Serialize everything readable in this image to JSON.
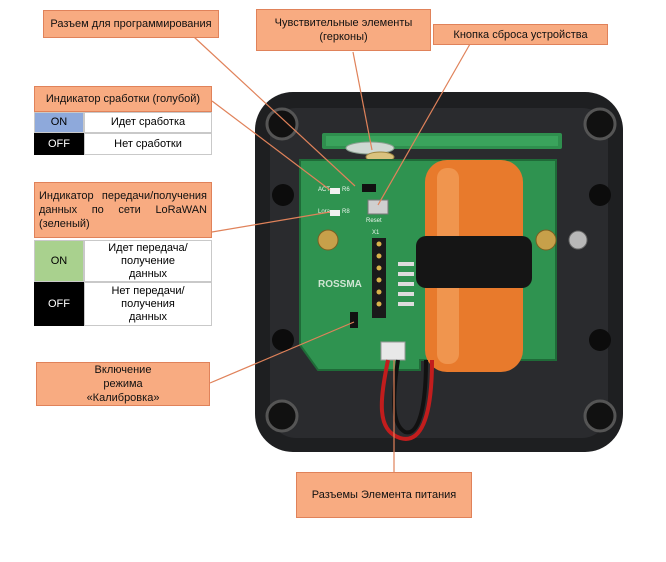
{
  "labels": {
    "prog_connector": "Разъем для программирования",
    "sensors": "Чувствительные элементы (герконы)",
    "reset_button": "Кнопка сброса устройства",
    "trigger_indicator": "Индикатор сработки (голубой)",
    "lora_indicator": "Индикатор передачи/получения данных по сети LoRaWAN (зеленый)",
    "calibration": "Включение режима «Калибровка»",
    "power_connectors": "Разъемы Элемента питания"
  },
  "trigger_table": [
    {
      "state": "ON",
      "desc": "Идет сработка"
    },
    {
      "state": "OFF",
      "desc": "Нет сработки"
    }
  ],
  "lora_table": [
    {
      "state": "ON",
      "desc": "Идет передача/получение данных"
    },
    {
      "state": "OFF",
      "desc": "Нет передачи/получения данных"
    }
  ],
  "board_text": {
    "brand": "ROSSMA",
    "act": "ACT",
    "lora": "Lora",
    "r6": "R6",
    "r8": "R8",
    "reset": "Reset",
    "x1": "X1"
  },
  "colors": {
    "label_bg": "#f8ab81",
    "on_blue": "#8ea9db",
    "on_green": "#a9d18e",
    "off_black": "#000000"
  }
}
